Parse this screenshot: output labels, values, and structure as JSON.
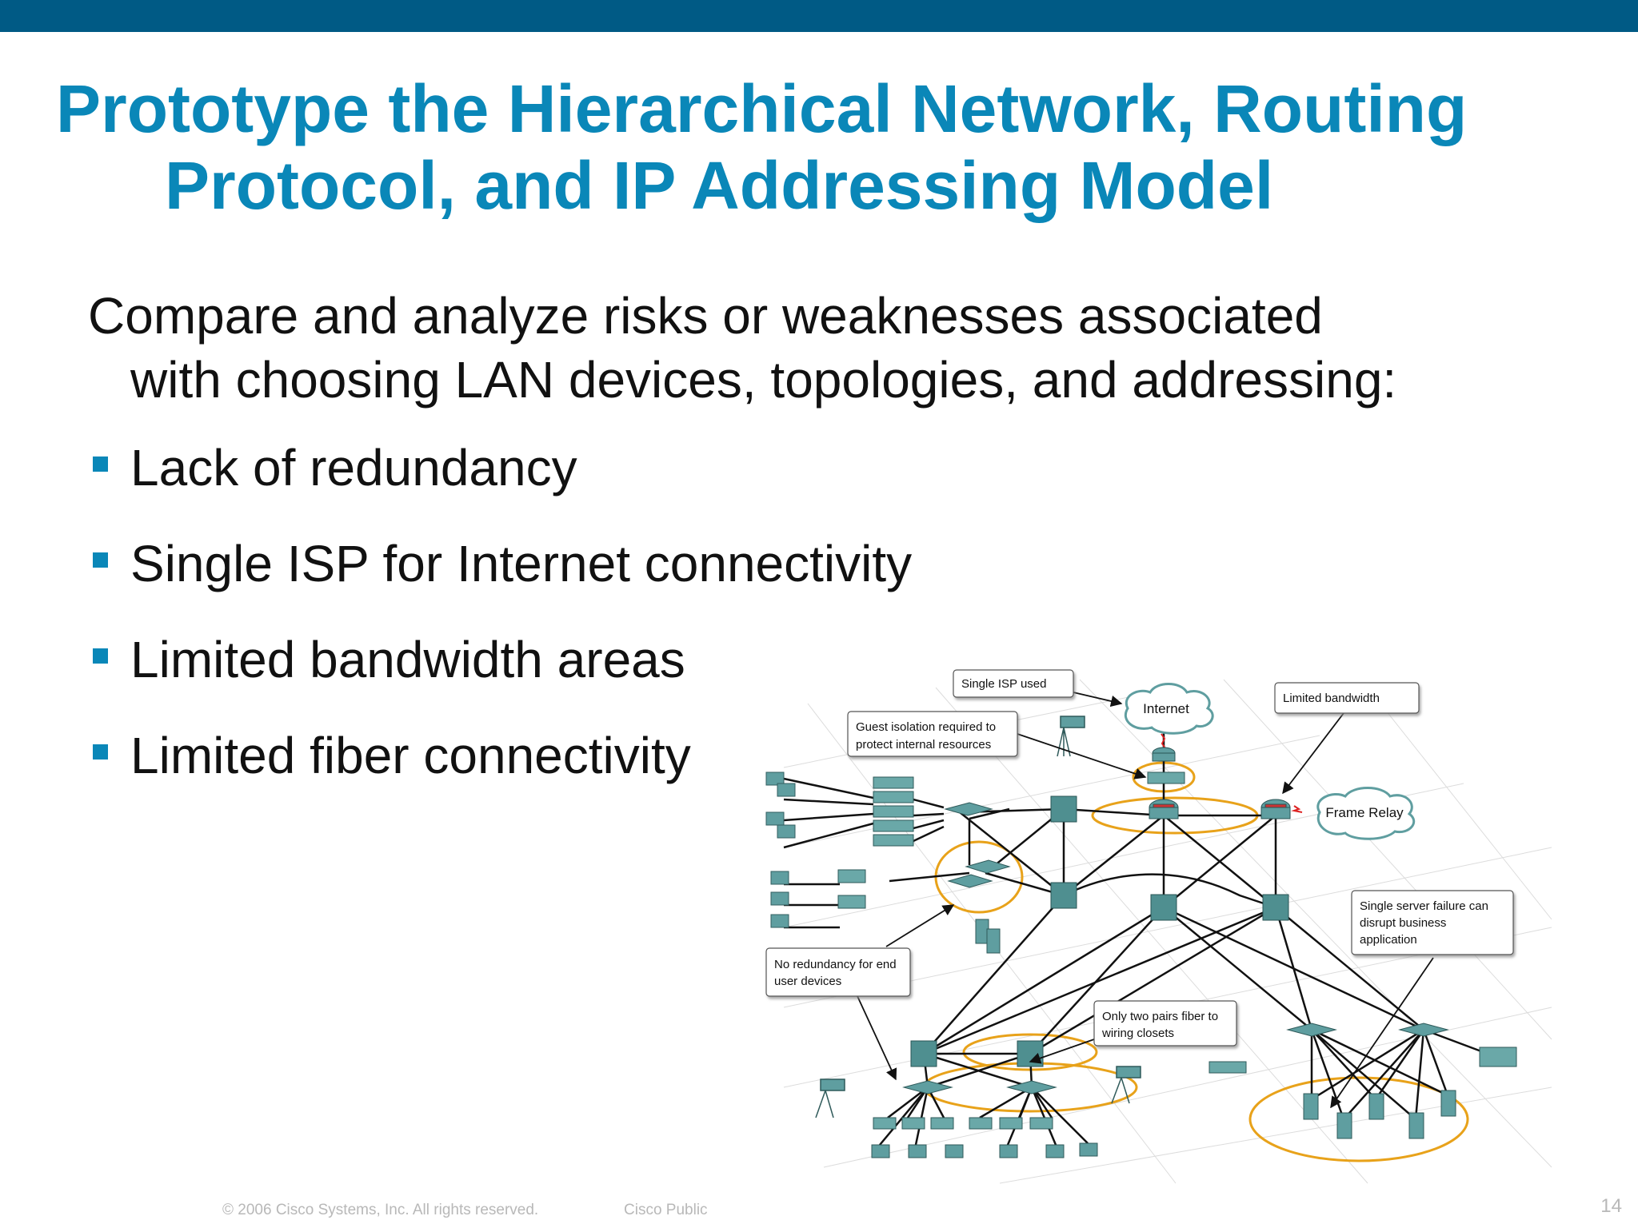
{
  "slide": {
    "title_line1": "Prototype the Hierarchical Network, Routing",
    "title_line2": "Protocol, and IP Addressing Model",
    "intro_line1": "Compare and analyze risks or weaknesses associated",
    "intro_line2": "with choosing LAN devices, topologies, and addressing:",
    "bullets": [
      "Lack of redundancy",
      "Single ISP for Internet connectivity",
      "Limited bandwidth areas",
      "Limited fiber connectivity"
    ]
  },
  "diagram": {
    "clouds": {
      "internet": "Internet",
      "frame_relay": "Frame Relay"
    },
    "callouts": {
      "single_isp": [
        "Single ISP used"
      ],
      "guest_isolation": [
        "Guest isolation required to",
        "protect internal resources"
      ],
      "limited_bandwidth": [
        "Limited bandwidth"
      ],
      "server_failure": [
        "Single server failure can",
        "disrupt business",
        "application"
      ],
      "no_redundancy": [
        "No redundancy for end",
        "user devices"
      ],
      "fiber_pairs": [
        "Only two pairs fiber to",
        "wiring closets"
      ]
    }
  },
  "footer": {
    "copyright": "© 2006 Cisco Systems, Inc. All rights reserved.",
    "classification": "Cisco Public",
    "page_number": "14"
  },
  "colors": {
    "header_bar": "#005a85",
    "title": "#0a87b8",
    "device": "#5f9ea0",
    "highlight_ring": "#e8a21a"
  }
}
